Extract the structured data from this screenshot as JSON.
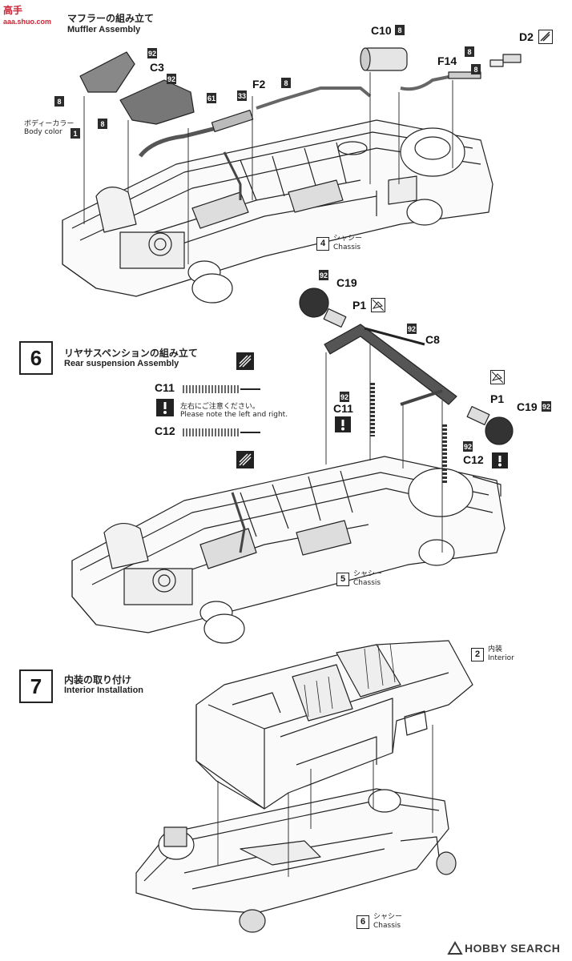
{
  "watermark": {
    "brand": "高手",
    "site": "aaa.shuo.com"
  },
  "step5": {
    "title_jp": "マフラーの組み立て",
    "title_en": "Muffler Assembly",
    "body_color_jp": "ボディーカラー",
    "body_color_en": "Body color",
    "body_color_num": "1",
    "chassis_num": "4",
    "chassis_jp": "シャシー",
    "chassis_en": "Chassis",
    "parts": {
      "c10": "C10",
      "d2": "D2",
      "f14": "F14",
      "f2": "F2",
      "c3": "C3"
    },
    "qty": {
      "q8": "8",
      "q92": "92",
      "q61": "61",
      "q33": "33"
    }
  },
  "step6": {
    "num": "6",
    "title_jp": "リヤサスペンションの組み立て",
    "title_en": "Rear suspension Assembly",
    "note_jp": "左右にご注意ください。",
    "note_en": "Please note the left and right.",
    "chassis_num": "5",
    "chassis_jp": "シャシー",
    "chassis_en": "Chassis",
    "parts": {
      "c19": "C19",
      "p1": "P1",
      "c8": "C8",
      "c11": "C11",
      "c12": "C12"
    },
    "qty": {
      "q92": "92"
    }
  },
  "step7": {
    "num": "7",
    "title_jp": "内装の取り付け",
    "title_en": "Interior Installation",
    "interior_num": "2",
    "interior_jp": "内装",
    "interior_en": "Interior",
    "chassis_num": "6",
    "chassis_jp": "シャシー",
    "chassis_en": "Chassis"
  },
  "footer": {
    "logo": "HOBBY SEARCH"
  }
}
